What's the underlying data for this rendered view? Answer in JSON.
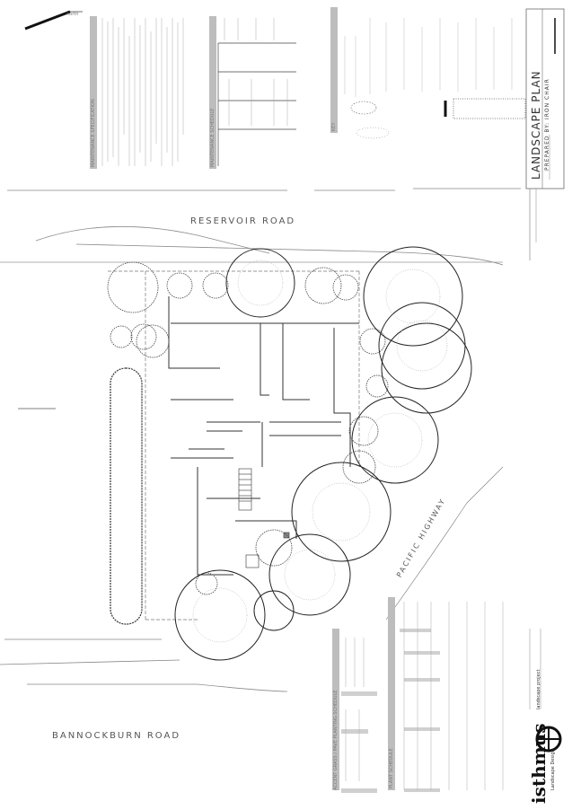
{
  "drawing": {
    "north_label": "north",
    "title": "LANDSCAPE PLAN",
    "subtitle": "PREPARED BY: IRON CHAIR",
    "schedules": {
      "maintenance_specification": "MAINTENANCE SPECIFICATION",
      "maintenance_schedule": "MAINTENANCE SCHEDULE",
      "key": "KEY",
      "accent_grass_schedule": "ACCENT GRASS / PAVE PLANTING SCHEDULE",
      "plant_schedule": "PLANT SCHEDULE"
    },
    "roads": {
      "reservoir": "RESERVOIR ROAD",
      "bannockburn": "BANNOCKBURN ROAD",
      "pacific_highway": "PACIFIC HIGHWAY"
    },
    "firm": {
      "name": "isthmus",
      "tagline": "Landscape Design",
      "contact": "landscape project"
    }
  },
  "colors": {
    "line": "#333333",
    "light_line": "#9a9a9a",
    "header_fill": "#bdbdbd",
    "background": "#ffffff"
  }
}
